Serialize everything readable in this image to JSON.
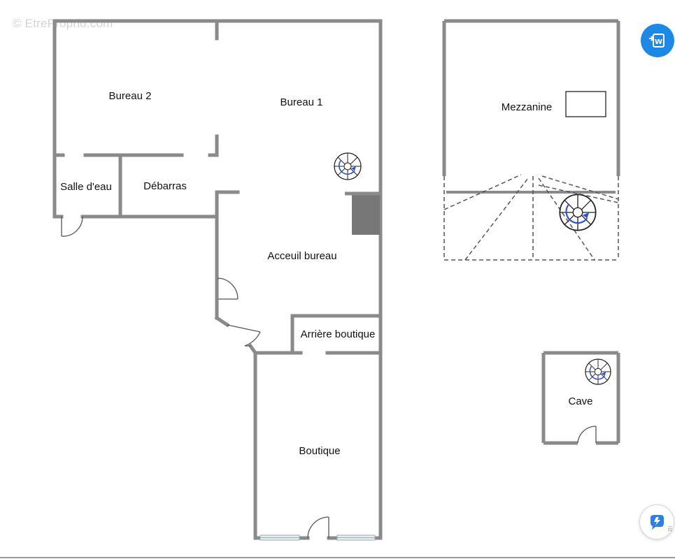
{
  "watermark": "© EtreProprio.com",
  "rooms": {
    "bureau2": "Bureau 2",
    "bureau1": "Bureau 1",
    "salle_eau": "Salle d'eau",
    "debarras": "Débarras",
    "accueil": "Acceuil bureau",
    "arriere": "Arrière boutique",
    "boutique": "Boutique",
    "mezzanine": "Mezzanine",
    "cave": "Cave"
  },
  "icons": {
    "word_button": "word-export-icon",
    "assistant_button": "assistant-icon",
    "staircase": "spiral-staircase-icon"
  },
  "colors": {
    "wall": "#8a8a8a",
    "stair": "#2f4fd0",
    "accent": "#1e88e5"
  }
}
